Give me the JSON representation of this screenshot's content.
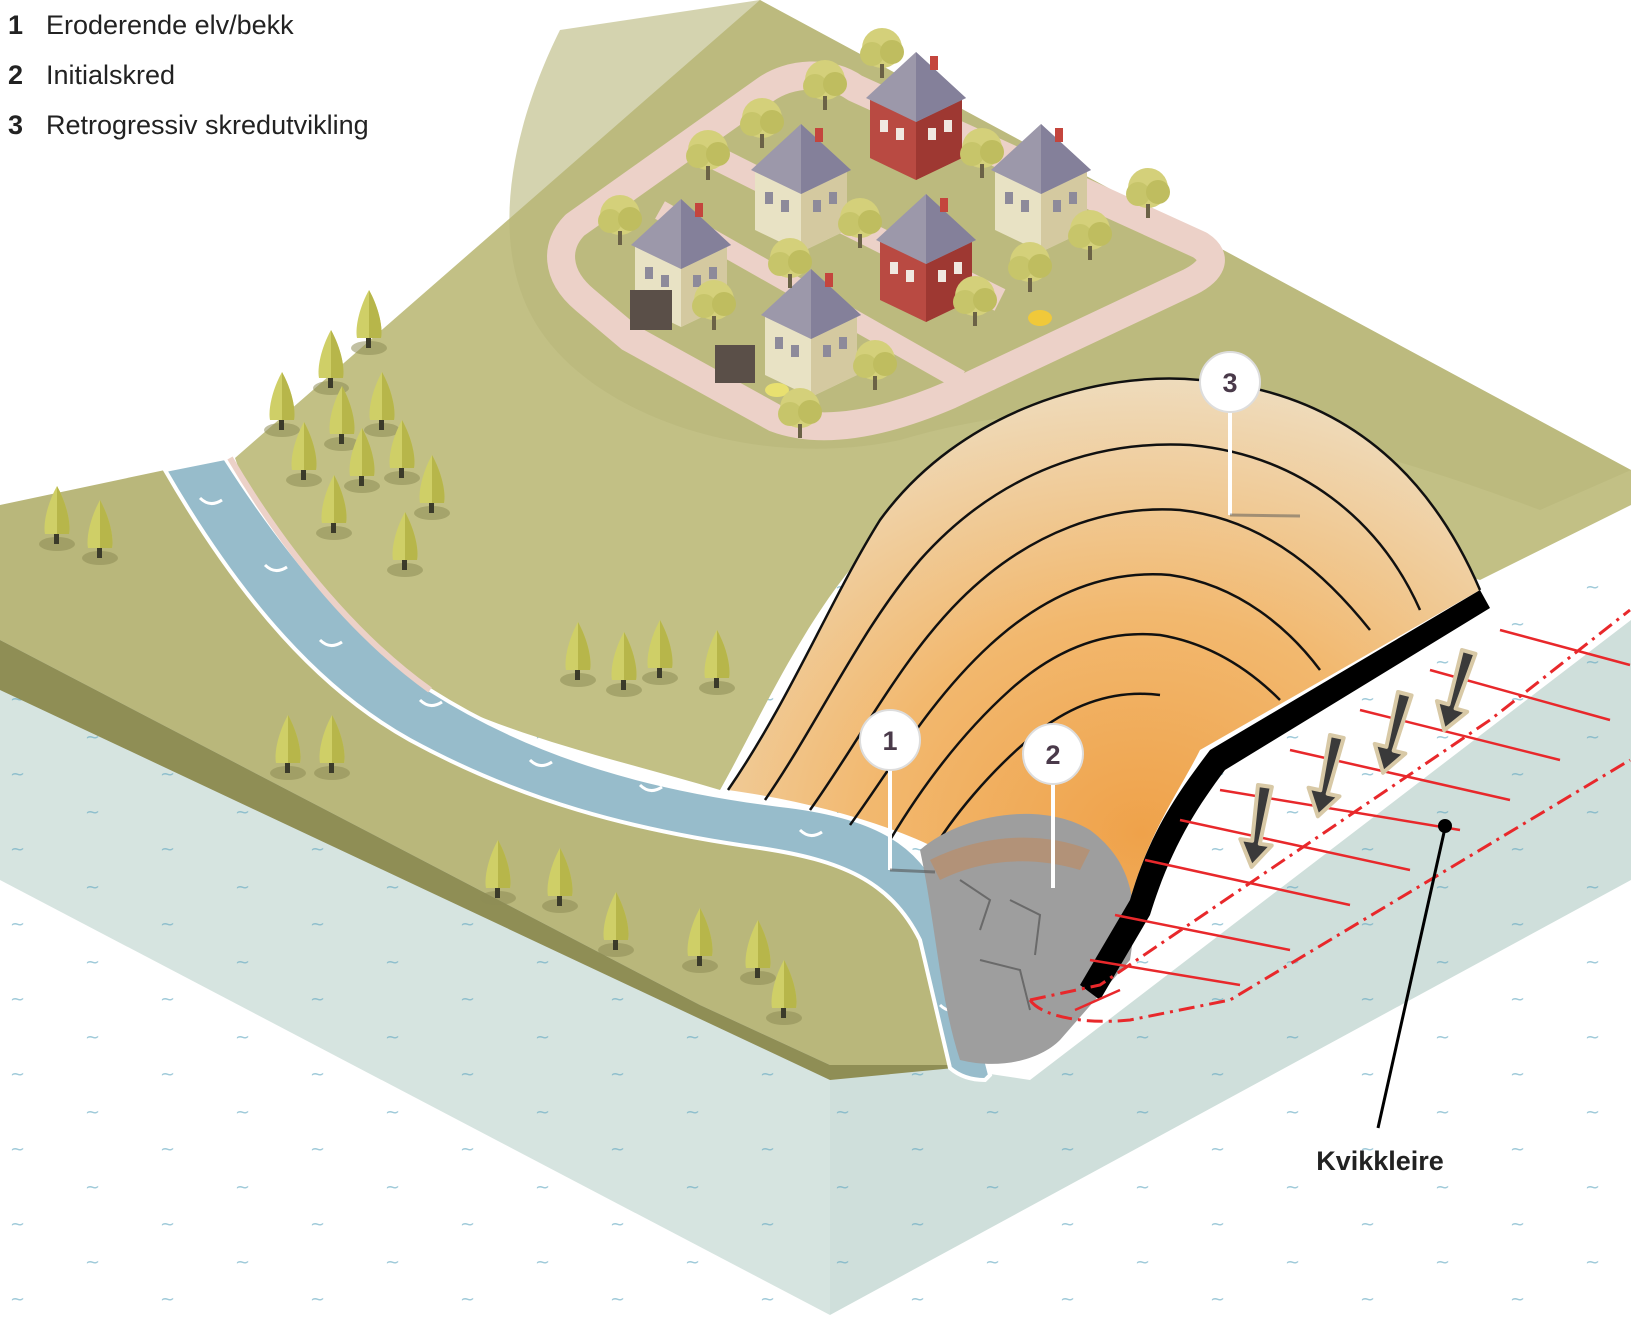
{
  "legend": [
    {
      "num": "1",
      "text": "Eroderende elv/bekk"
    },
    {
      "num": "2",
      "text": "Initialskred"
    },
    {
      "num": "3",
      "text": "Retrogressiv skredutvikling"
    }
  ],
  "markers": [
    {
      "label": "1"
    },
    {
      "label": "2"
    },
    {
      "label": "3"
    }
  ],
  "clay_label": "Kvikkleire",
  "colors": {
    "grass": "#b9b77b",
    "grass_dark": "#9b9a5a",
    "river": "#97bccb",
    "soil_side": "#d6e4e0",
    "road": "#ecd1c8",
    "scar_light": "#ece2cb",
    "scar_core": "#efa851",
    "failure_line": "#e8282b",
    "cliff": "#000000"
  }
}
